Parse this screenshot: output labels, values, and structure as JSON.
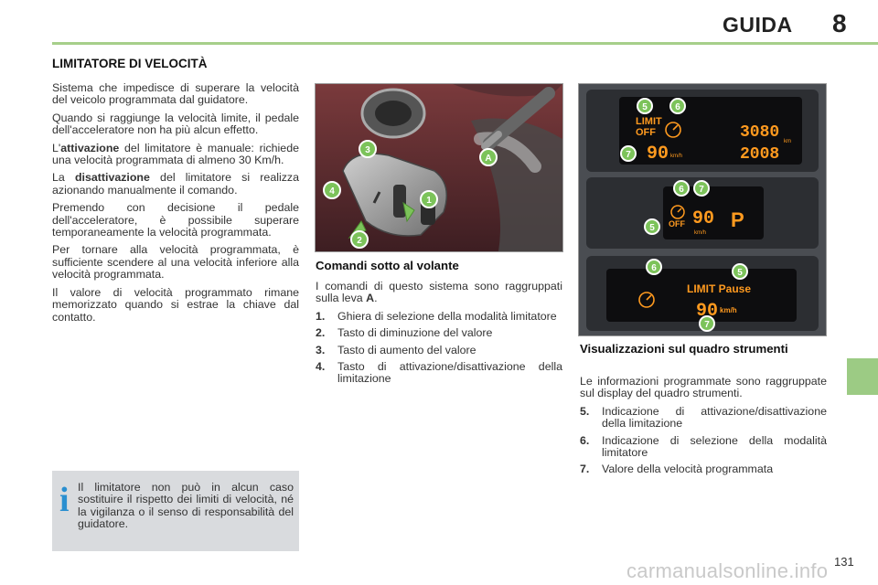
{
  "header": {
    "title": "GUIDA",
    "chapter": "8"
  },
  "section_title": "LIMITATORE DI VELOCITÀ",
  "intro": {
    "p1": "Sistema che impedisce di superare la velocità del veicolo programmata dal guidatore.",
    "p2": "Quando si raggiunge la velocità limite, il pedale dell'acceleratore non ha più alcun effetto.",
    "p3_a": "L'",
    "p3_b": "attivazione",
    "p3_c": " del limitatore è manuale: richiede una velocità programmata di almeno 30 Km/h.",
    "p4_a": "La ",
    "p4_b": "disattivazione",
    "p4_c": " del limitatore si realizza azionando manualmente il comando.",
    "p5": "Premendo con decisione il pedale dell'acceleratore, è possibile superare temporaneamente la velocità programmata.",
    "p6": "Per tornare alla velocità programmata, è sufficiente scendere al una velocità inferiore alla velocità programmata.",
    "p7": "Il valore di velocità programmato rimane memorizzato quando si estrae la chiave dal contatto."
  },
  "info_box": {
    "icon": "i",
    "text": "Il limitatore non può in alcun caso sostituire il rispetto dei limiti di velocità, né la vigilanza o il senso di responsabilità del guidatore."
  },
  "photo1": {
    "labels": [
      "3",
      "4",
      "1",
      "2",
      "A"
    ]
  },
  "controls": {
    "title": "Comandi sotto al volante",
    "intro_a": "I comandi di questo sistema sono raggruppati sulla leva ",
    "intro_b": "A",
    "intro_c": ".",
    "items": [
      {
        "num": "1.",
        "text": "Ghiera di selezione della modalità limitatore"
      },
      {
        "num": "2.",
        "text": "Tasto di diminuzione del valore"
      },
      {
        "num": "3.",
        "text": "Tasto di aumento del valore"
      },
      {
        "num": "4.",
        "text": "Tasto di attivazione/disattivazione della limitazione"
      }
    ]
  },
  "photo2": {
    "panel1": {
      "limit": "LIMIT",
      "off": "OFF",
      "speed": "90",
      "unit": "km/h",
      "odo1": "3080",
      "odo1_unit": "km",
      "odo2": "2008",
      "labels": [
        "5",
        "6",
        "7"
      ]
    },
    "panel2": {
      "off": "OFF",
      "speed": "90",
      "unit": "km/h",
      "gear": "P",
      "labels": [
        "6",
        "7",
        "5"
      ]
    },
    "panel3": {
      "limit": "LIMIT Pause",
      "speed": "90",
      "unit": "km/h",
      "labels": [
        "6",
        "5",
        "7"
      ]
    }
  },
  "display": {
    "title": "Visualizzazioni sul quadro strumenti",
    "intro": "Le informazioni programmate sono raggruppate sul display del quadro strumenti.",
    "items": [
      {
        "num": "5.",
        "text": "Indicazione di attivazione/disattivazione della limitazione"
      },
      {
        "num": "6.",
        "text": "Indicazione di selezione della modalità limitatore"
      },
      {
        "num": "7.",
        "text": "Valore della velocità programmata"
      }
    ]
  },
  "page_number": "131",
  "watermark": "carmanualsonline.info",
  "colors": {
    "accent_green": "#a6cf8a",
    "tab_green": "#9ccb84",
    "info_blue": "#2a8fd0",
    "callout_green": "#6db33f",
    "lcd_orange": "#ff9a1f"
  }
}
